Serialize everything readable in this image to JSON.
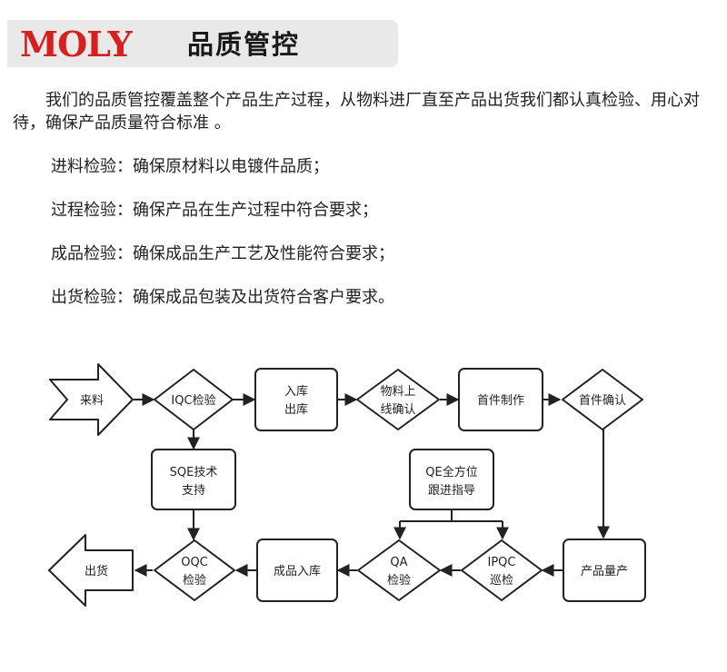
{
  "header": {
    "logo_text": "MOLY",
    "title": "品质管控"
  },
  "intro": "我们的品质管控覆盖整个产品生产过程，从物料进厂直至产品出货我们都认真检验、用心对待，确保产品质量符合标准 。",
  "items": [
    {
      "label": "进料检验",
      "sep": "：",
      "desc": "确保原材料以电镀件品质；"
    },
    {
      "label": "过程检验",
      "sep": "：",
      "desc": "确保产品在生产过程中符合要求；"
    },
    {
      "label": "成品检验",
      "sep": "：",
      "desc": "确保成品生产工艺及性能符合要求；"
    },
    {
      "label": "出货检验",
      "sep": "：",
      "desc": "确保成品包装及出货符合客户要求。"
    }
  ],
  "flow": {
    "incoming": "来料",
    "iqc": "IQC检验",
    "storage": [
      "入库",
      "出库"
    ],
    "material_confirm": [
      "物料上",
      "线确认"
    ],
    "first_make": "首件制作",
    "first_confirm": "首件确认",
    "sqe": [
      "SQE技术",
      "支持"
    ],
    "qe": [
      "QE全方位",
      "跟进指导"
    ],
    "mass_production": "产品量产",
    "ipqc": [
      "IPQC",
      "巡检"
    ],
    "qa": [
      "QA",
      "检验"
    ],
    "finished_storage": "成品入库",
    "oqc": [
      "OQC",
      "检验"
    ],
    "shipping": "出货"
  }
}
